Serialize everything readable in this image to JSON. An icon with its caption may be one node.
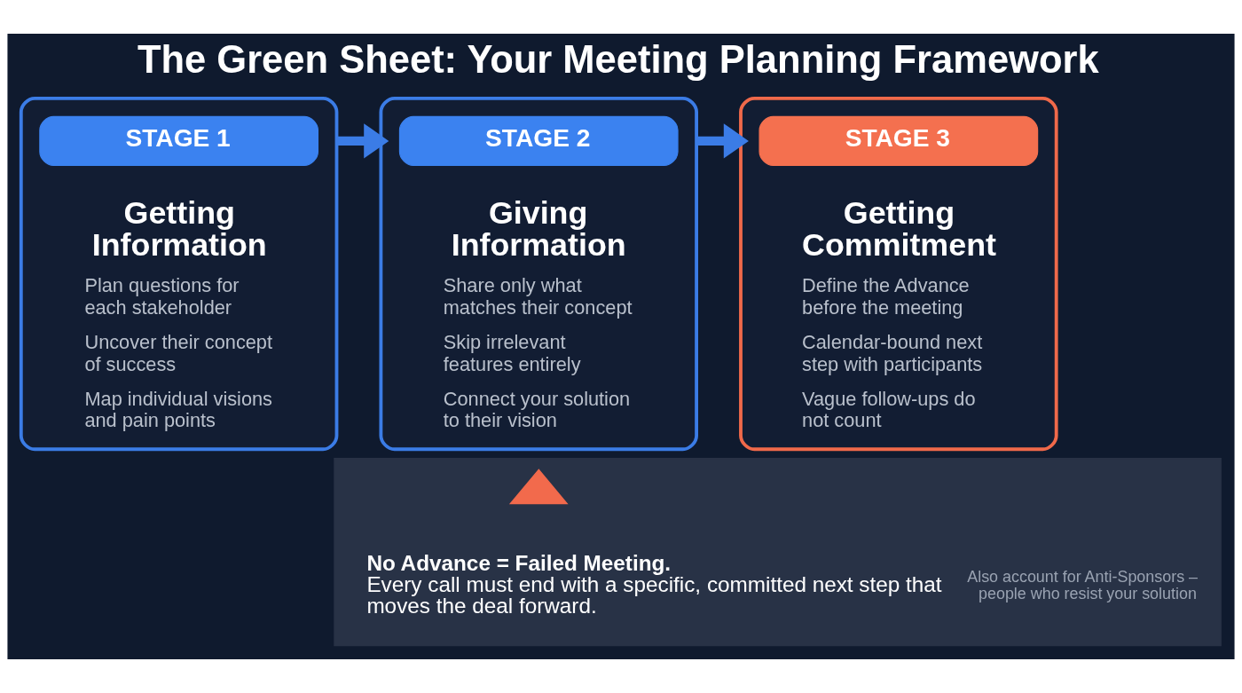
{
  "diagram": {
    "title": "The Green Sheet: Your Meeting Planning Framework",
    "nodes": [
      {
        "text": [
          "Getting Information",
          "Plan questions for each stakeholder",
          "Uncover their concept of success",
          "Map individual visions and pain points"
        ]
      },
      {
        "text": [
          "STAGE 1"
        ],
        "in": 0
      },
      {
        "text": [
          "Giving Information",
          "Share only what matches their concept",
          "Skip irrelevant features entirely",
          "Connect your solution to their vision"
        ]
      },
      {
        "text": [
          "STAGE 2"
        ],
        "in": 2
      },
      {
        "text": [
          "Getting Commitment",
          "Define the Advance before the meeting",
          "Calendar-bound next step with participants",
          "Vague follow-ups do not count"
        ]
      },
      {
        "text": [
          "STAGE 3"
        ],
        "in": 4
      },
      {
        "text": [
          "**No Advance = Failed Meeting.** Every call must end with a specific, committed next step that moves the deal forward.",
          "Also account for Anti-Sponsors – people who resist your solution"
        ]
      },
      {
        "text": [],
        "shape": "triangle",
        "in": 6
      }
    ],
    "edges": [
      {
        "from": 0,
        "to": 2,
        "arrow": "to"
      },
      {
        "from": 2,
        "to": 4,
        "arrow": "to"
      }
    ]
  }
}
